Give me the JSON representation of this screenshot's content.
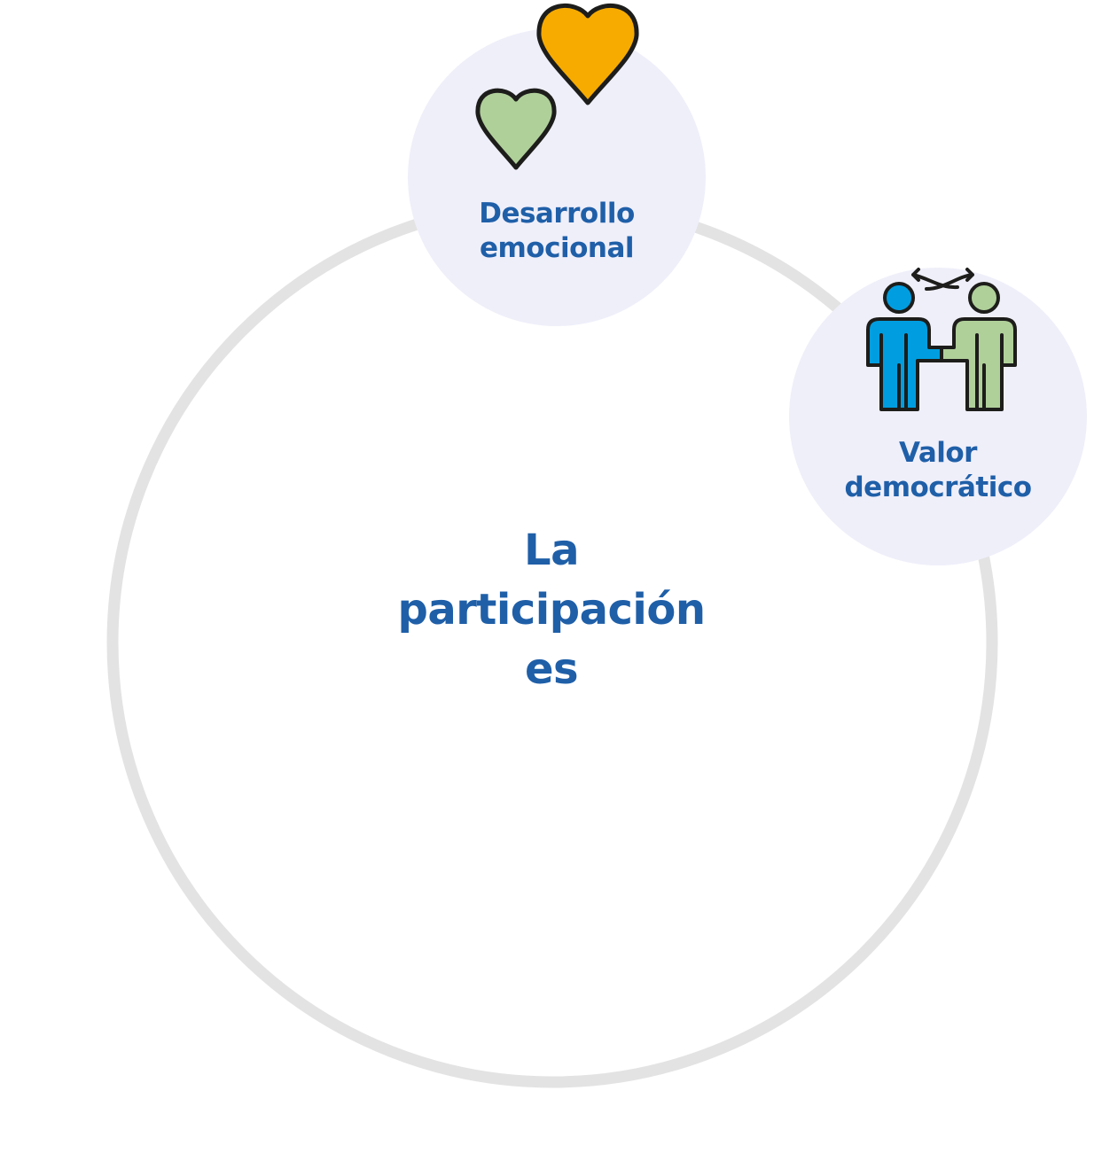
{
  "center": {
    "line1": "La",
    "line2": "participación",
    "line3": "es"
  },
  "nodes": [
    {
      "line1": "Desarrollo",
      "line2": "emocional",
      "icon": "hearts-icon"
    },
    {
      "line1": "Valor",
      "line2": "democrático",
      "icon": "handshake-people-icon"
    }
  ],
  "colors": {
    "text": "#1f5fa8",
    "ring": "#e3e3e3",
    "node_bg": "#efeffa",
    "orange": "#f7ab00",
    "green": "#b0d09a",
    "blue": "#009ee0",
    "outline": "#1d1d1b"
  }
}
